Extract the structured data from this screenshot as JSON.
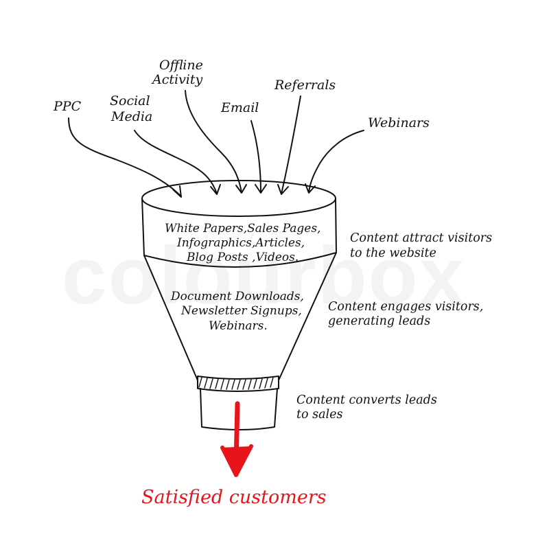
{
  "watermark": "colourbox",
  "sources": [
    {
      "id": "ppc",
      "lines": [
        "PPC"
      ]
    },
    {
      "id": "social-media",
      "lines": [
        "Social",
        "Media"
      ]
    },
    {
      "id": "offline-activity",
      "lines": [
        "Offline",
        "Activity"
      ]
    },
    {
      "id": "email",
      "lines": [
        "Email"
      ]
    },
    {
      "id": "referrals",
      "lines": [
        "Referrals"
      ]
    },
    {
      "id": "webinars",
      "lines": [
        "Webinars"
      ]
    }
  ],
  "funnel": {
    "top_section": [
      "White Papers,Sales Pages,",
      "Infographics,Articles,",
      "Blog Posts ,Videos."
    ],
    "middle_section": [
      "Document Downloads,",
      "Newsletter Signups,",
      "Webinars."
    ]
  },
  "notes": {
    "attract": [
      "Content attract visitors",
      "to the website"
    ],
    "engage": [
      "Content engages visitors,",
      "generating leads"
    ],
    "convert": [
      "Content converts leads",
      "to sales"
    ]
  },
  "result": "Satisfied customers",
  "colors": {
    "ink": "#111111",
    "accent": "#e8141c"
  }
}
